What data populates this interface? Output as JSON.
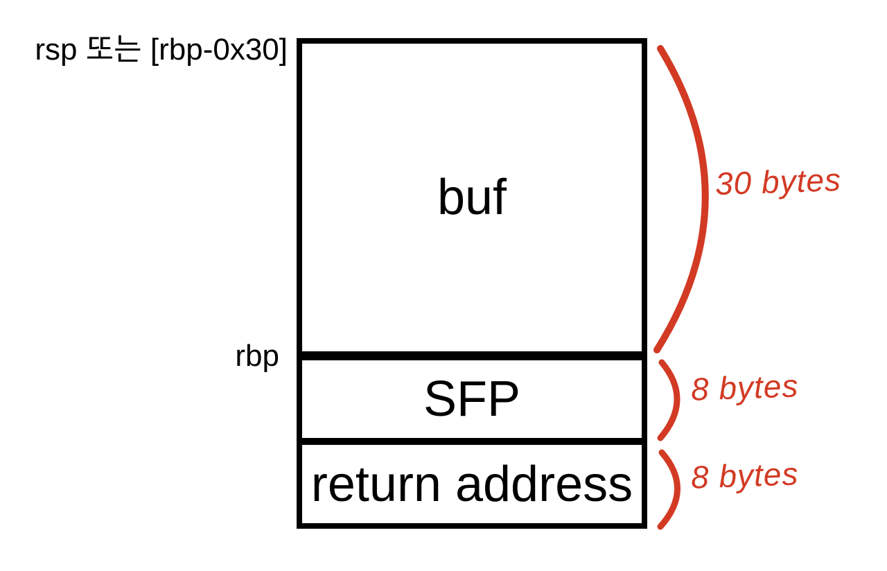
{
  "colors": {
    "ink": "#000000",
    "annotation_red": "#d23a24",
    "background": "#ffffff"
  },
  "stack": {
    "regions": [
      {
        "label": "buf",
        "size": "30 bytes"
      },
      {
        "label": "SFP",
        "size": "8 bytes"
      },
      {
        "label": "return address",
        "size": "8 bytes"
      }
    ]
  },
  "pointers": {
    "rsp_label": "rsp 또는 [rbp-0x30]",
    "rbp_label": "rbp"
  }
}
